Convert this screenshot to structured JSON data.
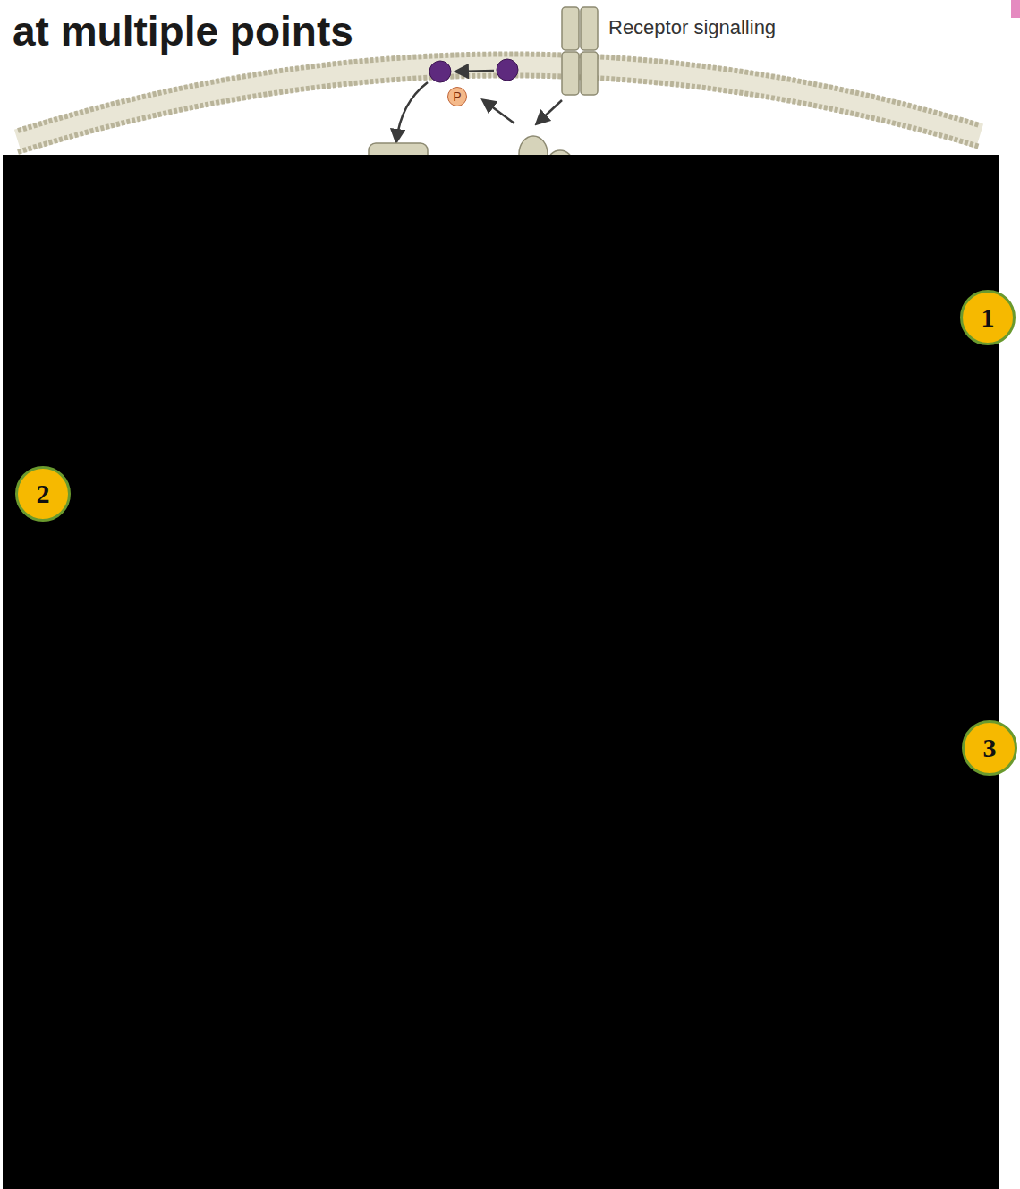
{
  "diagram": {
    "title": "at multiple points",
    "nodes": [
      {
        "text": [
          "P"
        ]
      },
      {
        "text": [
          "1"
        ]
      },
      {
        "text": [
          "2"
        ]
      },
      {
        "text": [
          "3"
        ]
      }
    ],
    "labels": [
      "Receptor signalling"
    ]
  }
}
